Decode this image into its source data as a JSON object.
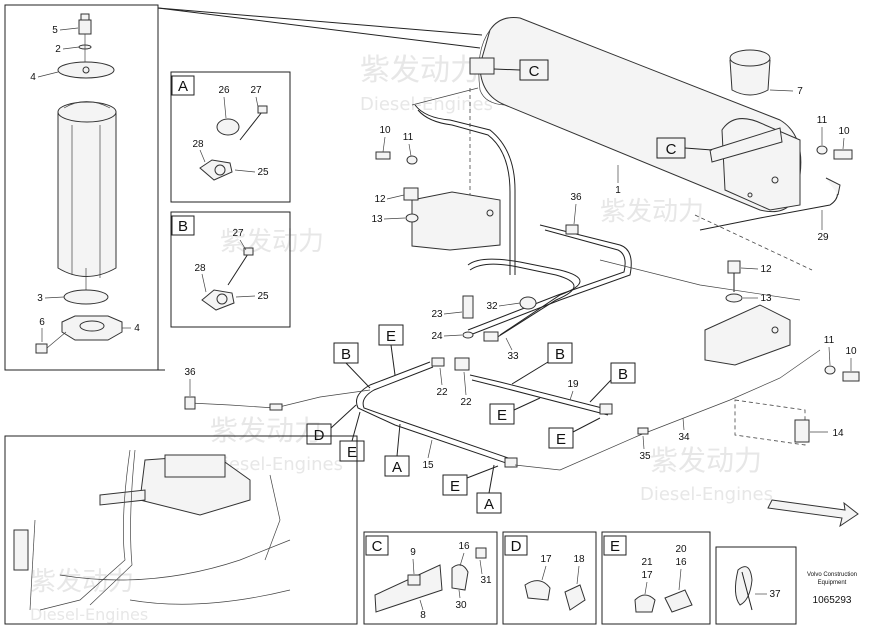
{
  "watermark": {
    "cn": "紫发动力",
    "en": "Diesel-Engines"
  },
  "footer": {
    "company": "Volvo Construction",
    "sub": "Equipment",
    "figure": "1065293"
  },
  "insets": {
    "A": "A",
    "B": "B",
    "C": "C",
    "D": "D",
    "E": "E"
  },
  "labels": {
    "n1": "1",
    "n2": "2",
    "n3": "3",
    "n4a": "4",
    "n4b": "4",
    "n5": "5",
    "n6": "6",
    "n7": "7",
    "n8": "8",
    "n9": "9",
    "n10a": "10",
    "n10b": "10",
    "n10c": "10",
    "n11a": "11",
    "n11b": "11",
    "n12a": "12",
    "n12b": "12",
    "n13a": "13",
    "n13b": "13",
    "n14": "14",
    "n15": "15",
    "n16": "16",
    "n17a": "17",
    "n17b": "17",
    "n18": "18",
    "n19": "19",
    "n20": "20",
    "n21": "21",
    "n22a": "22",
    "n22b": "22",
    "n23": "23",
    "n24": "24",
    "n25a": "25",
    "n25b": "25",
    "n26": "26",
    "n27a": "27",
    "n27b": "27",
    "n28a": "28",
    "n28b": "28",
    "n29": "29",
    "n30": "30",
    "n31": "31",
    "n32": "32",
    "n33": "33",
    "n34": "34",
    "n35": "35",
    "n36a": "36",
    "n36b": "36",
    "n37": "37"
  },
  "callouts": {
    "c1": "C",
    "c2": "C",
    "b1": "B",
    "b2": "B",
    "b3": "B",
    "e1": "E",
    "e2": "E",
    "e3": "E",
    "e4": "E",
    "e5": "E",
    "d1": "D",
    "a1": "A",
    "a2": "A"
  }
}
